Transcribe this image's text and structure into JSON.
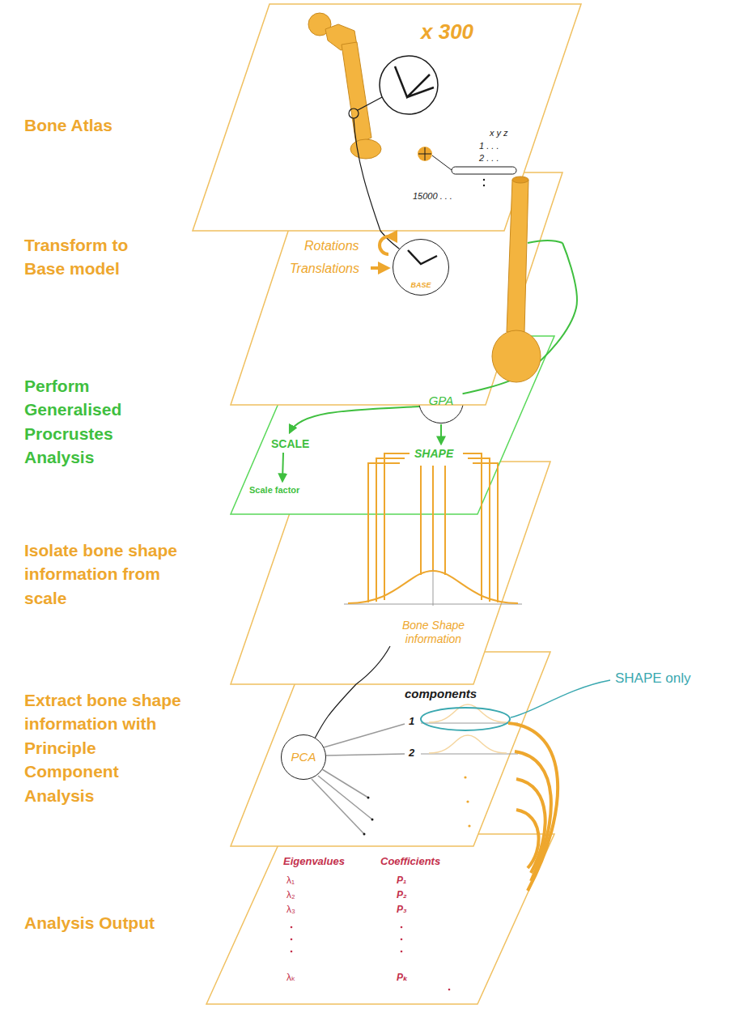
{
  "diagram": {
    "nodes": [
      {
        "text": [
          "x 300",
          "x y z",
          "1 . . .",
          "2 . . .",
          "15000 . . ."
        ]
      },
      {
        "text": [
          "Rotations",
          "Translations"
        ]
      },
      {
        "text": [
          "BASE"
        ],
        "in": 1
      },
      {
        "text": [
          "SCALE",
          "Scale factor",
          "SHAPE"
        ]
      },
      {
        "text": [
          "GPA"
        ],
        "in": 3
      },
      {
        "text": [
          "Bone Shape information"
        ]
      },
      {
        "text": [
          "components",
          "1",
          "2"
        ]
      },
      {
        "text": [
          "PCA"
        ],
        "in": 6
      },
      {
        "text": [
          "Eigenvalues",
          "Coefficients",
          "λ₁",
          "λ₂",
          "λ₃",
          "λₖ",
          "P₁",
          "P₂",
          "P₃",
          "Pₖ"
        ]
      }
    ],
    "edges": [
      {
        "from": 0,
        "to": 2,
        "arrow": "none"
      },
      {
        "from": 1,
        "to": 4,
        "arrow": "none"
      },
      {
        "from": 5,
        "to": 7,
        "arrow": "none"
      }
    ],
    "labels": [
      "Bone Atlas",
      "Transform to Base model",
      "Perform Generalised Procrustes Analysis",
      "Isolate bone shape information from scale",
      "Extract bone shape information with Principle Component Analysis",
      "Analysis Output",
      "SHAPE only"
    ]
  }
}
